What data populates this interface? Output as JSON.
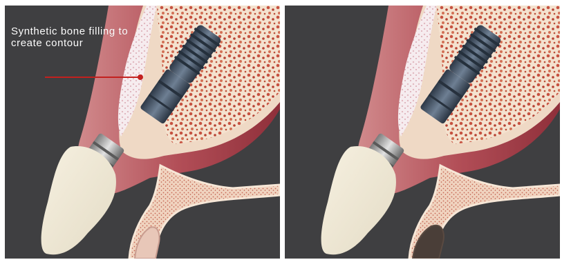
{
  "figure": {
    "panels": [
      {
        "id": "before",
        "caption_lines": [
          "Synthetic bone filling to",
          "create contour"
        ],
        "has_pointer": true,
        "socket_style": "open"
      },
      {
        "id": "after",
        "caption_lines": [],
        "has_pointer": false,
        "socket_style": "collapsed"
      }
    ]
  },
  "colors": {
    "background": "#3f3f41",
    "pointer": "#c3201e",
    "gum": "#b7525b",
    "bone_light": "#f2dcc7",
    "implant": "#3e4c5d"
  }
}
